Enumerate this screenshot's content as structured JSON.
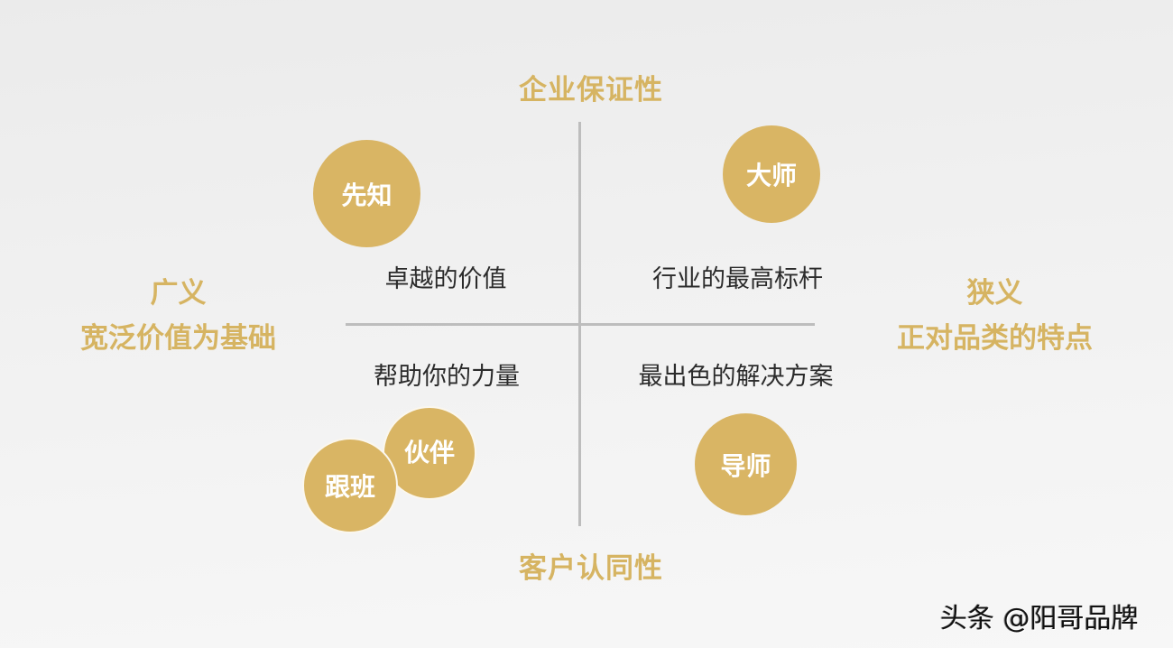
{
  "diagram": {
    "type": "quadrant",
    "axes": {
      "top": "企业保证性",
      "bottom": "客户认同性",
      "left": {
        "title": "广义",
        "subtitle": "宽泛价值为基础"
      },
      "right": {
        "title": "狭义",
        "subtitle": "正对品类的特点"
      }
    },
    "quadrants": {
      "top_left": {
        "badge": "先知",
        "text": "卓越的价值"
      },
      "top_right": {
        "badge": "大师",
        "text": "行业的最高标杆"
      },
      "bottom_left": {
        "badges": [
          "伙伴",
          "跟班"
        ],
        "text": "帮助你的力量"
      },
      "bottom_right": {
        "badge": "导师",
        "text": "最出色的解决方案"
      }
    }
  },
  "colors": {
    "accent_gold": "#d9b564",
    "label_gold": "#d6b462",
    "axis_line": "#bdbdbd",
    "body_text": "#2b2b2b"
  },
  "watermark": "头条 @阳哥品牌"
}
